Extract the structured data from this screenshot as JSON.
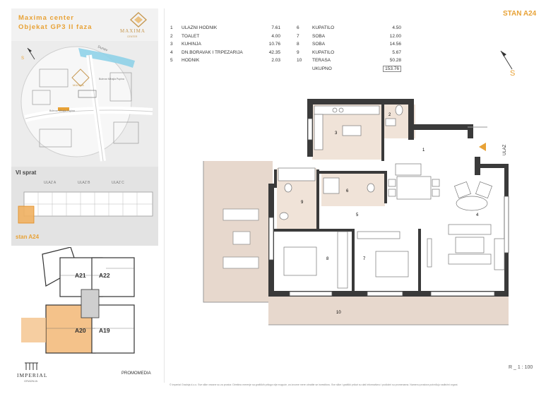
{
  "project": {
    "line1": "Maxima center",
    "line2": "Objekat GP3 II faza",
    "logo_text": "MAXIMA",
    "logo_sub": "CENTER"
  },
  "map": {
    "north": "S",
    "road_top": "Dunav",
    "road_right": "Bulevar Mihajla Pupina",
    "road_bottom": "Bulevar Mihajla Pupina",
    "logo_text": "MAXIMA"
  },
  "level": {
    "title": "VI sprat",
    "entrances": [
      "ULAZ A",
      "ULAZ B",
      "ULAZ C"
    ],
    "apartment": "stan A24"
  },
  "building": {
    "units": [
      "A21",
      "A22",
      "A20",
      "A19"
    ]
  },
  "brand": {
    "imperial": "IMPERIAL",
    "imperial_sub": "GRADNJA",
    "promo": "PROMOMEDIA"
  },
  "title": "STAN  A24",
  "rooms_left": [
    {
      "no": "1",
      "name": "ULAZNI HODNIK",
      "area": "7.61"
    },
    {
      "no": "2",
      "name": "TOALET",
      "area": "4.00"
    },
    {
      "no": "3",
      "name": "KUHINJA",
      "area": "10.76"
    },
    {
      "no": "4",
      "name": "DN.BORAVAK I TRPEZARIJA",
      "area": "42.35"
    },
    {
      "no": "5",
      "name": "HODNIK",
      "area": "2.03"
    }
  ],
  "rooms_right": [
    {
      "no": "6",
      "name": "KUPATILO",
      "area": "4.50"
    },
    {
      "no": "7",
      "name": "SOBA",
      "area": "12.00"
    },
    {
      "no": "8",
      "name": "SOBA",
      "area": "14.56"
    },
    {
      "no": "9",
      "name": "KUPATILO",
      "area": "5.67"
    },
    {
      "no": "10",
      "name": "TERASA",
      "area": "50.28"
    }
  ],
  "total": {
    "label": "UKUPNO",
    "value": "153.76"
  },
  "compass": {
    "north": "S"
  },
  "entrance_label": "ULAZ",
  "plan_labels": [
    {
      "no": "1"
    },
    {
      "no": "2"
    },
    {
      "no": "3"
    },
    {
      "no": "4"
    },
    {
      "no": "5"
    },
    {
      "no": "6"
    },
    {
      "no": "7"
    },
    {
      "no": "8"
    },
    {
      "no": "9"
    },
    {
      "no": "10"
    }
  ],
  "scale": "R _ 1 : 100",
  "footer": "© Imperial Gradnja d.o.o. Sve slike vezane su za prostor. Direktno merenje sa grafičkih priloga nije moguće, za izvorne mere obratite se investitoru. Sve slike i grafički prilozi su dati informativno i podložni su promenama. Namenu prostora potvrđuju nadležni organi."
}
